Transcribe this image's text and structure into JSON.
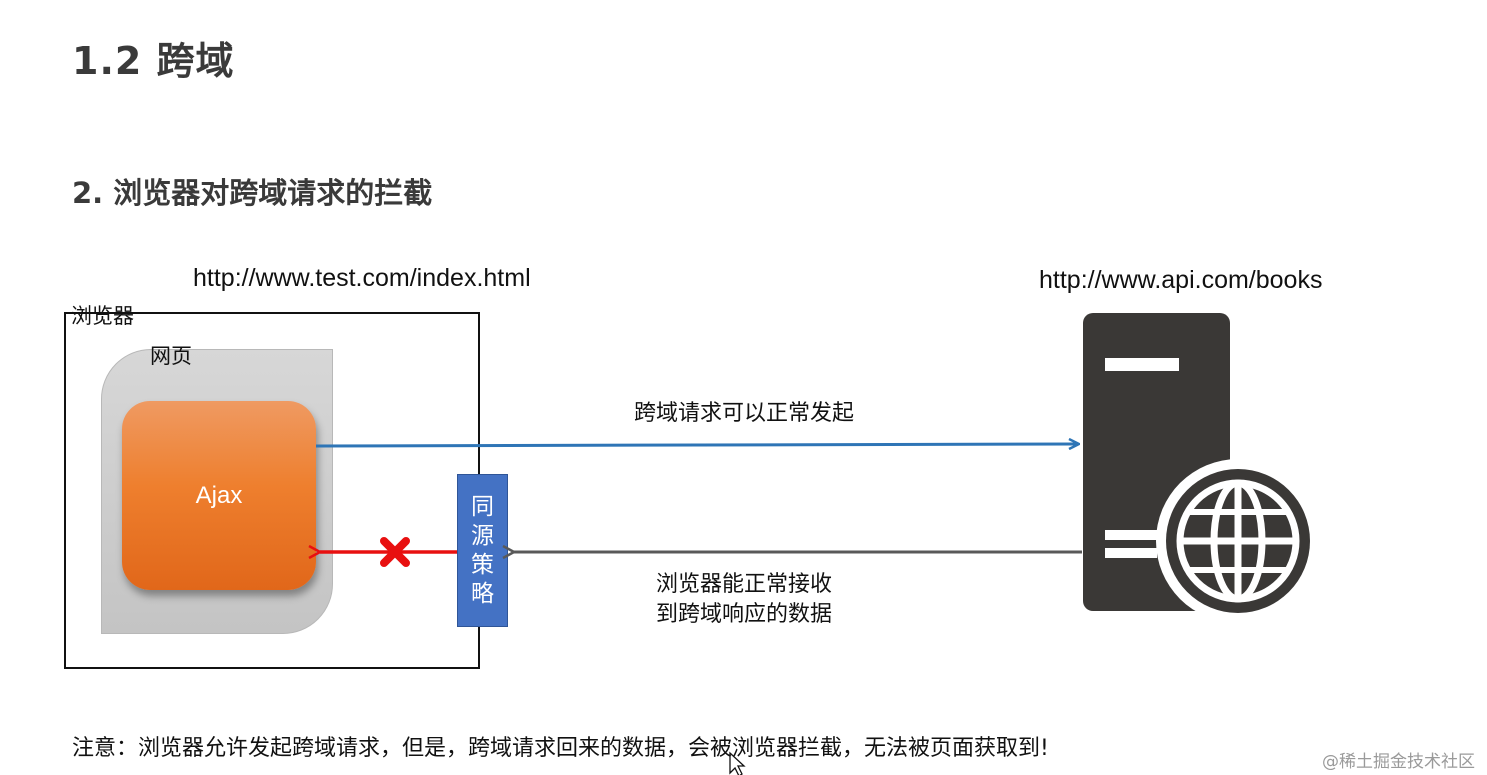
{
  "heading": "1.2 跨域",
  "subheading": "2. 浏览器对跨域请求的拦截",
  "client_url": "http://www.test.com/index.html",
  "server_url": "http://www.api.com/books",
  "browser_label": "浏览器",
  "webpage_label": "网页",
  "ajax_label": "Ajax",
  "policy_chars": [
    "同",
    "源",
    "策",
    "略"
  ],
  "request_label": "跨域请求可以正常发起",
  "response_label": [
    "浏览器能正常接收",
    "到跨域响应的数据"
  ],
  "note": "注意：浏览器允许发起跨域请求，但是，跨域请求回来的数据，会被浏览器拦截，无法被页面获取到!",
  "watermark": "@稀土掘金技术社区",
  "colors": {
    "request_arrow": "#2e75b6",
    "response_arrow": "#595959",
    "blocked_arrow": "#e81010",
    "policy": "#4472c4",
    "ajax": "#ee7f2e",
    "server": "#3a3836"
  },
  "icons": [
    "server-icon",
    "globe-icon",
    "blocked-x-icon",
    "cursor-icon"
  ]
}
